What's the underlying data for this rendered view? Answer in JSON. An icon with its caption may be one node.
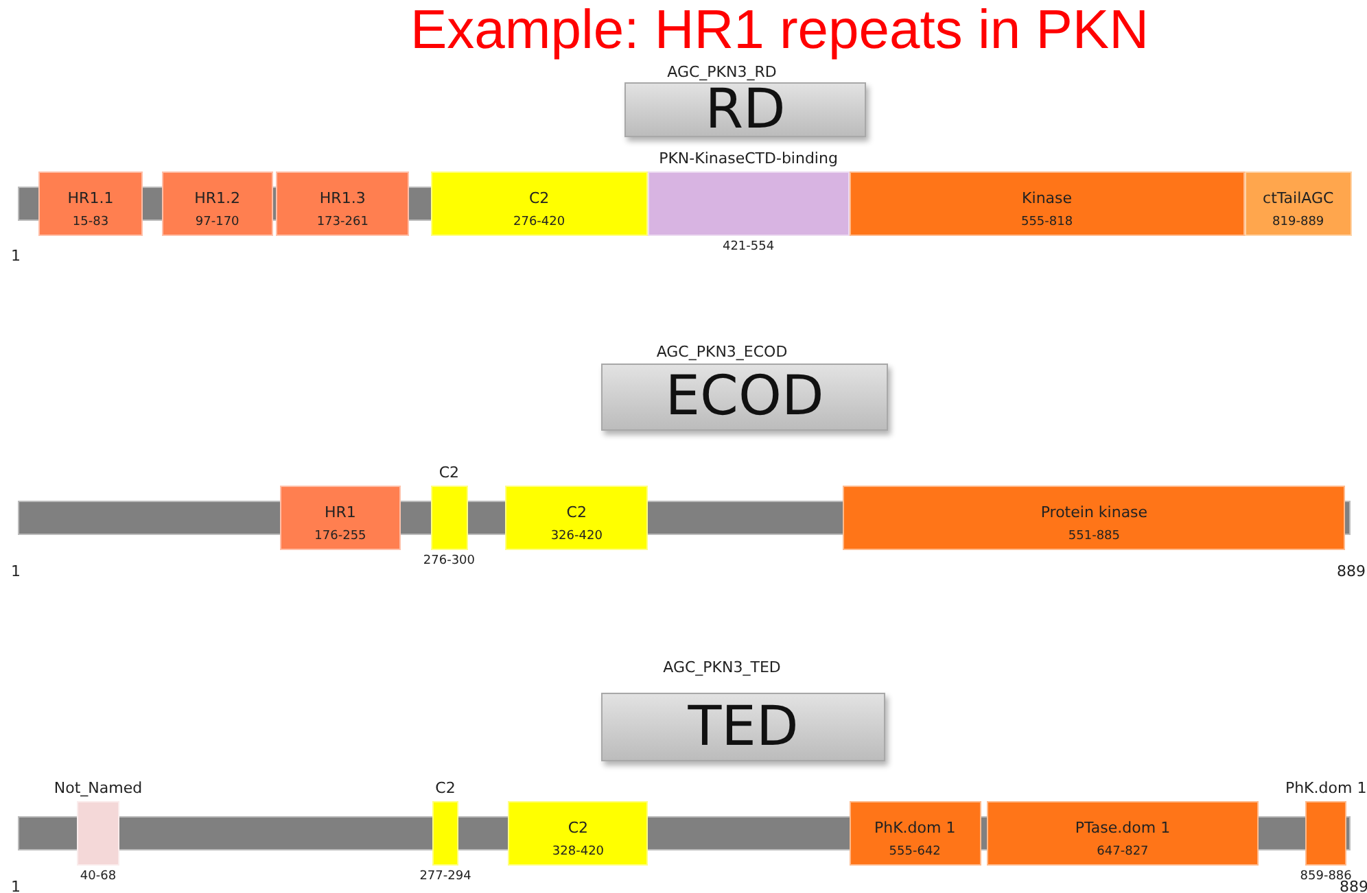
{
  "diagram": {
    "title": "Example: HR1 repeats in PKN",
    "nodes": [
      {
        "text": [
          "RD"
        ]
      },
      {
        "text": [
          "HR1.1",
          "15-83"
        ]
      },
      {
        "text": [
          "HR1.2",
          "97-170"
        ]
      },
      {
        "text": [
          "HR1.3",
          "173-261"
        ]
      },
      {
        "text": [
          "C2",
          "276-420"
        ]
      },
      {
        "text": [
          "PKN-KinaseCTD-binding"
        ],
        "beside": [
          "421-554"
        ]
      },
      {
        "text": [
          "Kinase",
          "555-818"
        ]
      },
      {
        "text": [
          "ctTailAGC",
          "819-889"
        ]
      },
      {
        "text": [
          "ECOD"
        ]
      },
      {
        "text": [
          "HR1",
          "176-255"
        ]
      },
      {
        "text": [
          "C2"
        ],
        "beside": [
          "276-300"
        ]
      },
      {
        "text": [
          "C2",
          "326-420"
        ]
      },
      {
        "text": [
          "Protein kinase",
          "551-885"
        ]
      },
      {
        "text": [
          "TED"
        ]
      },
      {
        "text": [
          "Not_Named"
        ],
        "beside": [
          "40-68"
        ]
      },
      {
        "text": [
          "C2"
        ],
        "beside": [
          "277-294"
        ]
      },
      {
        "text": [
          "C2",
          "328-420"
        ]
      },
      {
        "text": [
          "PhK.dom 1",
          "555-642"
        ]
      },
      {
        "text": [
          "PTase.dom 1",
          "647-827"
        ]
      },
      {
        "text": [
          "PhK.dom 1"
        ],
        "beside": [
          "859-886"
        ]
      }
    ],
    "labels": [
      "AGC_PKN3_RD",
      "1",
      "AGC_PKN3_ECOD",
      "1",
      "889",
      "AGC_PKN3_TED",
      "1",
      "889"
    ]
  }
}
